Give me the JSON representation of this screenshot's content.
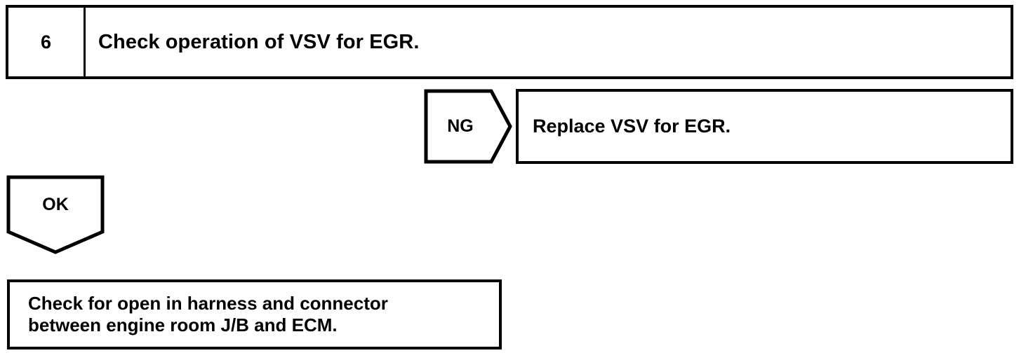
{
  "diagram": {
    "type": "troubleshooting-flowchart",
    "step": {
      "number": "6",
      "title": "Check operation of VSV for EGR."
    },
    "branches": {
      "ng": {
        "label": "NG",
        "arrow_icon": "right-pentagon-arrow-icon",
        "result": "Replace VSV for EGR."
      },
      "ok": {
        "label": "OK",
        "arrow_icon": "down-pentagon-arrow-icon",
        "result_lines": [
          "Check for open in harness and connector",
          "between engine room J/B and ECM."
        ]
      }
    },
    "colors": {
      "stroke": "#000000",
      "fill": "#ffffff",
      "text": "#000000"
    }
  }
}
